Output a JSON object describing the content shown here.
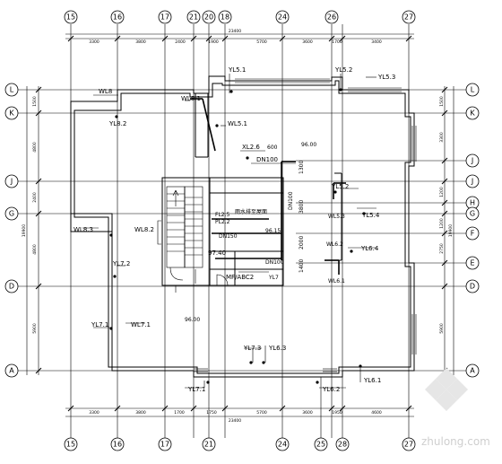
{
  "axes": {
    "columns": [
      "15",
      "16",
      "17",
      "21",
      "20",
      "18",
      "24",
      "26",
      "25",
      "28",
      "27"
    ],
    "rows_left": [
      "L",
      "K",
      "J",
      "G",
      "D",
      "A"
    ],
    "rows_right": [
      "L",
      "K",
      "J",
      "H",
      "G",
      "F",
      "E",
      "D",
      "A"
    ]
  },
  "dimensions": {
    "top_segments": [
      "3300",
      "3800",
      "2400",
      "1900",
      "5700",
      "3600",
      "1700",
      "3400"
    ],
    "top_total": "23400",
    "bottom_segments": [
      "3300",
      "3800",
      "1700",
      "1750",
      "5700",
      "3600",
      "1950",
      "4600"
    ],
    "bottom_total": "23400",
    "left_segments": [
      "1500",
      "4800",
      "2400",
      "4800",
      "5900"
    ],
    "left_total": "19900",
    "right_segments": [
      "1500",
      "3300",
      "1200",
      "1200",
      "2750",
      "5900"
    ],
    "right_total": "19900",
    "interior": [
      "1300",
      "3800",
      "2000",
      "1400"
    ]
  },
  "labels": {
    "yl51": "YL5.1",
    "yl52": "YL5.2",
    "yl53": "YL5.3",
    "wl8_left": "WL8",
    "wl81": "WL8.1",
    "yl82": "YL8.2",
    "wl51": "WL5.1",
    "xl26": "XL2.6",
    "pipe600": "600",
    "level_top": "96.00",
    "dn100_a": "DN100",
    "yl52b": "YL5.2",
    "wl53": "WL5.3",
    "yl54": "YL5.4",
    "wl83": "WL8.3",
    "wl82": "WL8.2",
    "yl72": "YL7.2",
    "pipe_a": "FL2.5",
    "pipe_b": "PL2.2",
    "note_a": "雨水排至屋面",
    "dn150": "DN150",
    "level_mid": "96.15",
    "dn100_b": "DN100",
    "level_b": "97.40",
    "wl62": "WL6.2",
    "yl64": "YL6.4",
    "mf": "MF/ABC2",
    "yl7x": "YL7",
    "dn100_c": "DN100",
    "wl61": "WL6.1",
    "yl71": "YL7.1",
    "wl71": "WL7.1",
    "level_low": "96.00",
    "yl73": "YL7.3",
    "yl63": "YL6.3",
    "yl7b": "YL7.1",
    "yl62": "YL6.2",
    "yl61": "YL6.1"
  },
  "watermark": {
    "text": "zhulong.com"
  }
}
